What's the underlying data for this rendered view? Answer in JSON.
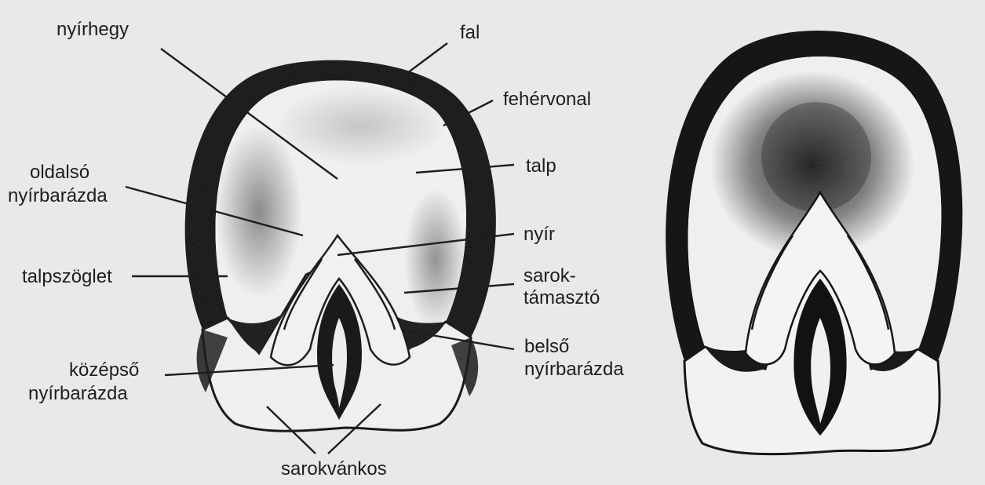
{
  "labels": {
    "nyirhegy": "nyírhegy",
    "fal": "fal",
    "feherv": "fehérvonal",
    "talp": "talp",
    "oldalso_1": "oldalsó",
    "oldalso_2": "nyírbarázda",
    "nyir": "nyír",
    "talpszoglet": "talpszöglet",
    "sarok_1": "sarok-",
    "sarok_2": "támasztó",
    "belso_1": "belső",
    "belso_2": "nyírbarázda",
    "kozepso_1": "középső",
    "kozepso_2": "nyírbarázda",
    "sarokvankos": "sarokvánkos"
  }
}
